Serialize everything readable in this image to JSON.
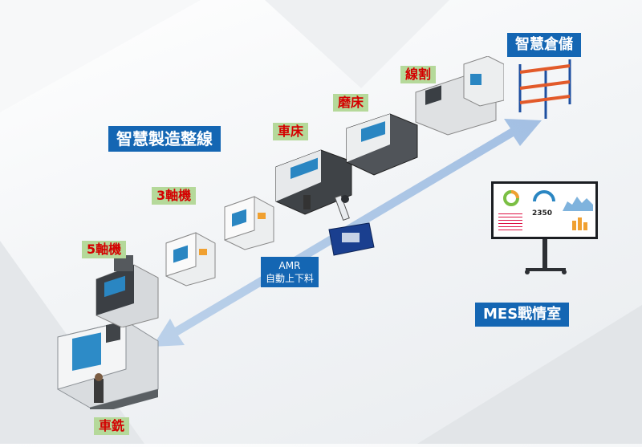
{
  "labels": {
    "smart_line": "智慧製造整線",
    "smart_warehouse": "智慧倉儲",
    "mes_room": "MES戰情室",
    "amr_line1": "AMR",
    "amr_line2": "自動上下料"
  },
  "stations": [
    {
      "id": "5axis",
      "label": "5軸機"
    },
    {
      "id": "3axis",
      "label": "3軸機"
    },
    {
      "id": "lathe",
      "label": "車床"
    },
    {
      "id": "grinder",
      "label": "磨床"
    },
    {
      "id": "wirecut",
      "label": "線割"
    },
    {
      "id": "turnmill",
      "label": "車銑"
    }
  ],
  "dashboard": {
    "kpi_value": "2350"
  },
  "colors": {
    "label_green_bg": "#b5d99a",
    "label_red_text": "#d40000",
    "label_blue_bg": "#1466b3",
    "arrow_blue": "#a9c4e4"
  }
}
